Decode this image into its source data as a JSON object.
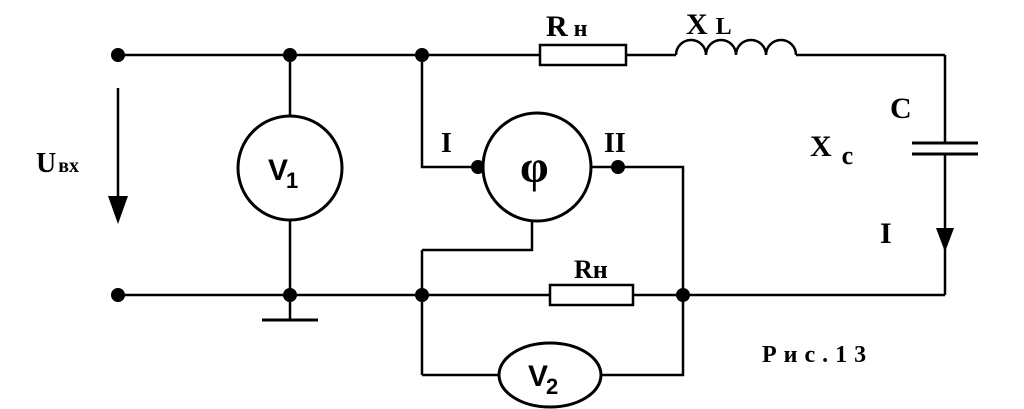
{
  "diagram": {
    "labels": {
      "r_series_main": "R",
      "r_series_sub": "н",
      "xl_main": "X",
      "xl_sub": "L",
      "c_label": "C",
      "xc_main": "X",
      "xc_sub": "c",
      "current_label": "I",
      "u_main": "U",
      "u_sub": "вх",
      "v1_main": "V",
      "v1_sub": "1",
      "v2_main": "V",
      "v2_sub": "2",
      "phase_symbol": "φ",
      "phase_terminal_1": "I",
      "phase_terminal_2": "II",
      "r_lower": "Rн",
      "caption": "Рис.13"
    }
  }
}
